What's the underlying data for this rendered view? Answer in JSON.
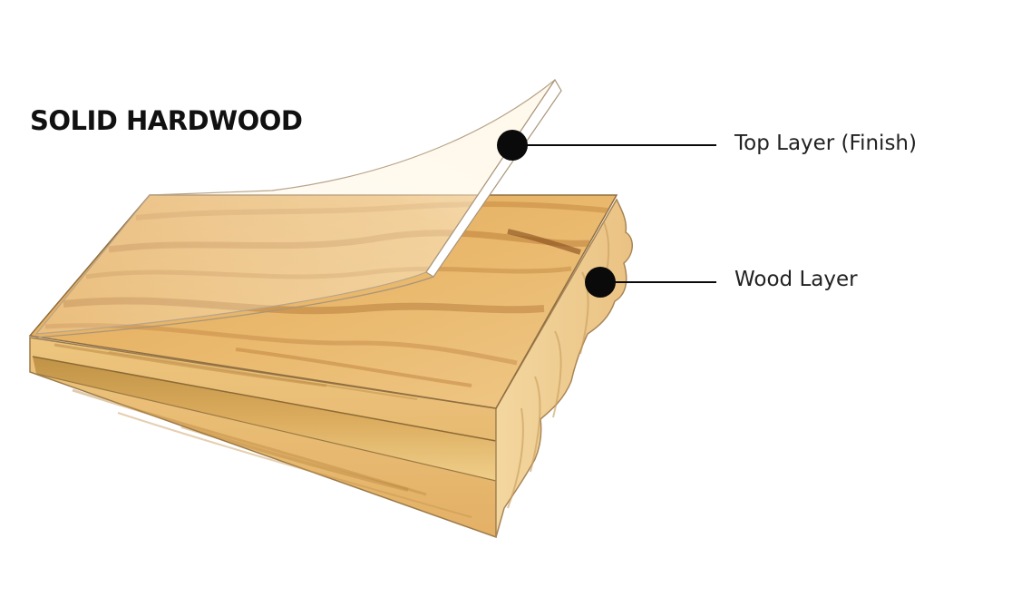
{
  "title": "SOLID HARDWOOD",
  "layers": [
    {
      "label": "Top Layer (Finish)"
    },
    {
      "label": "Wood Layer"
    }
  ],
  "colors": {
    "wood_light": "#EDC27A",
    "wood_mid": "#DFA451",
    "wood_grain": "#A8662C",
    "edge": "#F0CE8E",
    "marker": "#0A0A0A"
  }
}
